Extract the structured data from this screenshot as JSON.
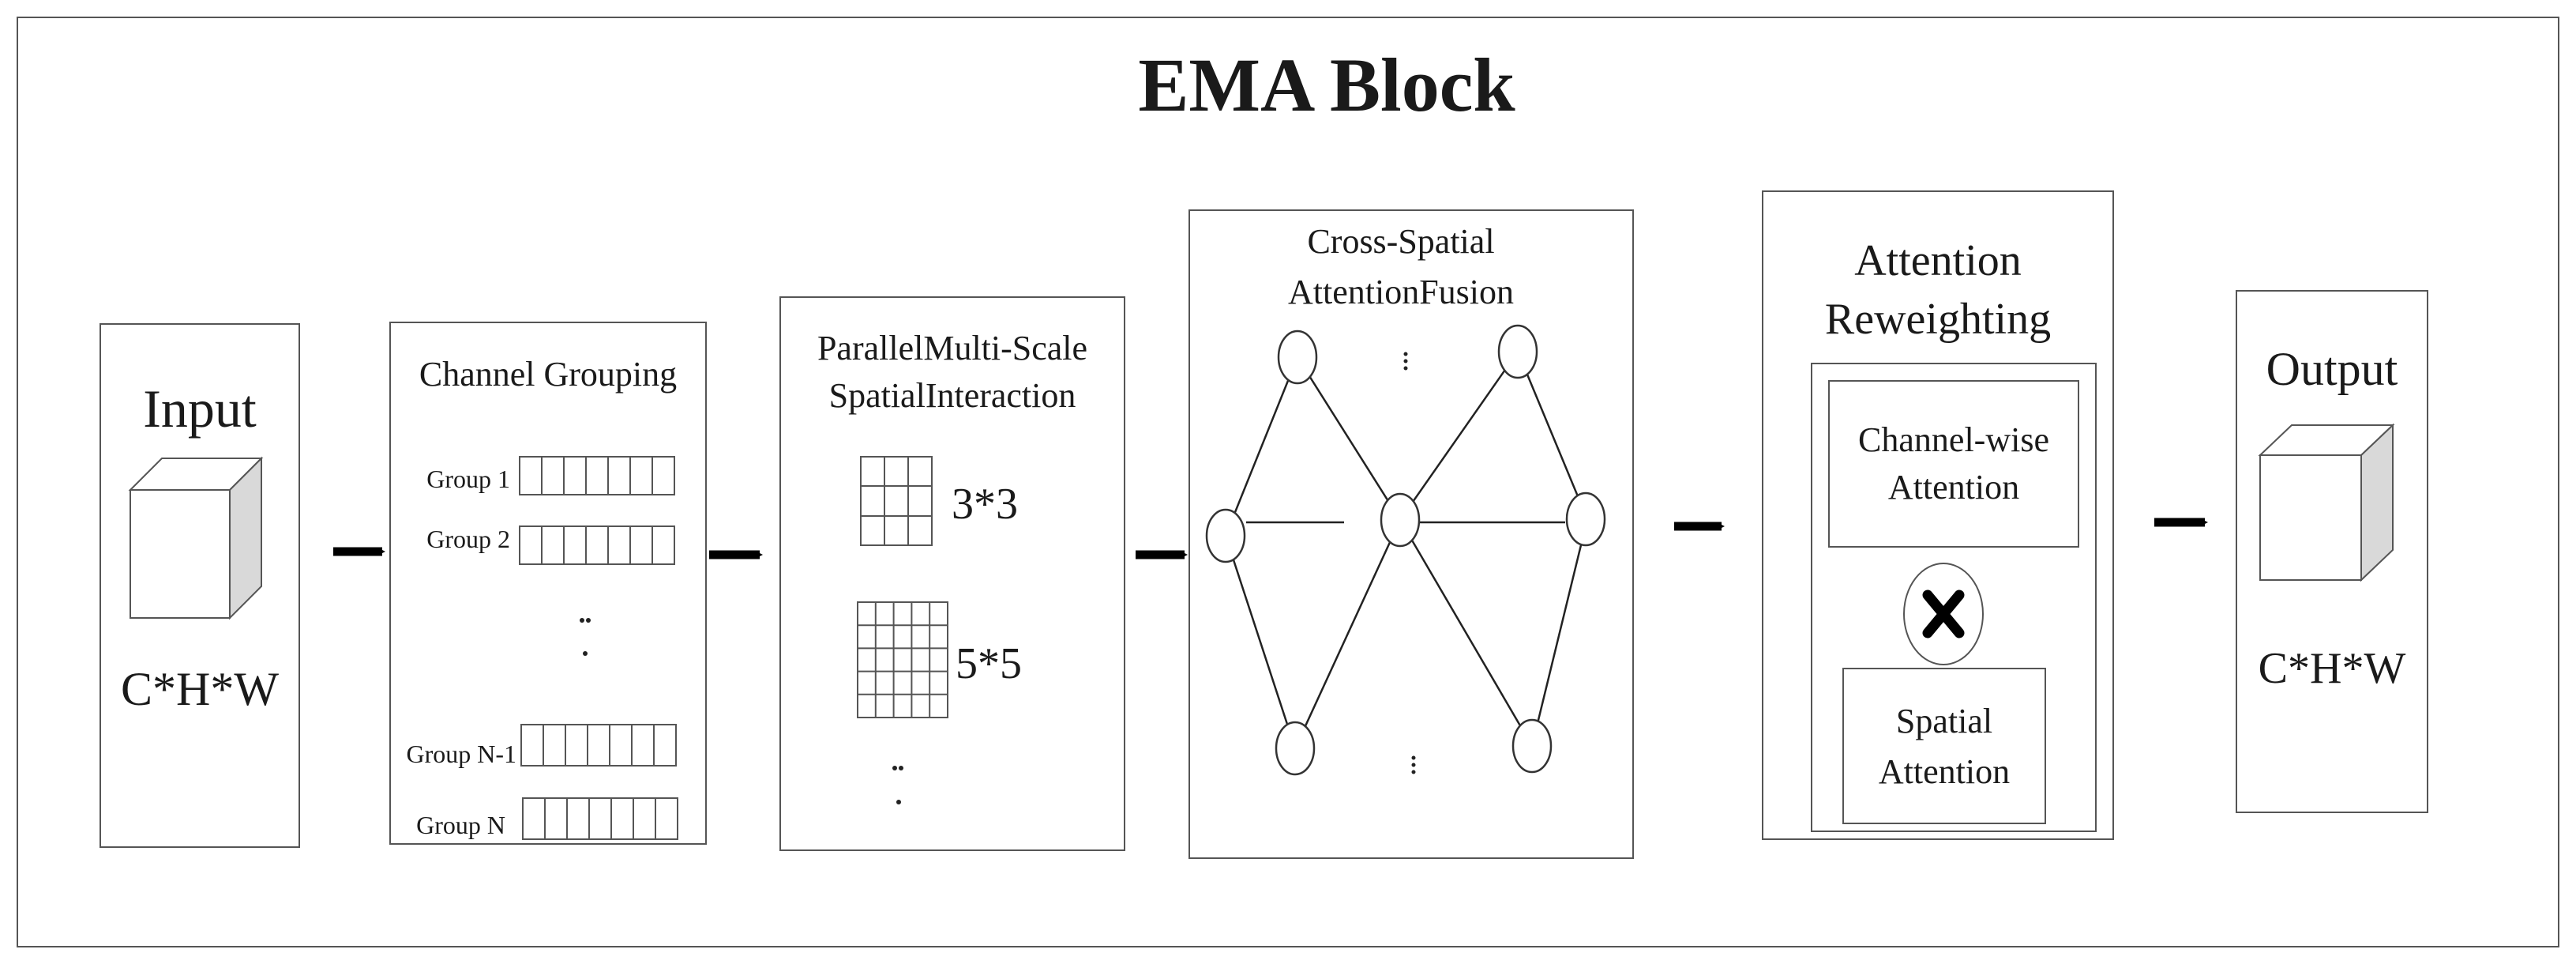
{
  "title": "EMA Block",
  "input": {
    "label": "Input",
    "dims": "C*H*W"
  },
  "channel_grouping": {
    "title": "Channel Grouping",
    "groups": [
      "Group 1",
      "Group 2",
      "Group N-1",
      "Group N"
    ]
  },
  "parallel": {
    "title_line1": "ParallelMulti-Scale",
    "title_line2": "SpatialInteraction",
    "kernel_small": "3*3",
    "kernel_large": "5*5"
  },
  "cross_spatial": {
    "title_line1": "Cross-Spatial",
    "title_line2": "AttentionFusion"
  },
  "reweighting": {
    "title_line1": "Attention",
    "title_line2": "Reweighting",
    "channel_line1": "Channel-wise",
    "channel_line2": "Attention",
    "spatial_line1": "Spatial",
    "spatial_line2": "Attention"
  },
  "output": {
    "label": "Output",
    "dims": "C*H*W"
  }
}
